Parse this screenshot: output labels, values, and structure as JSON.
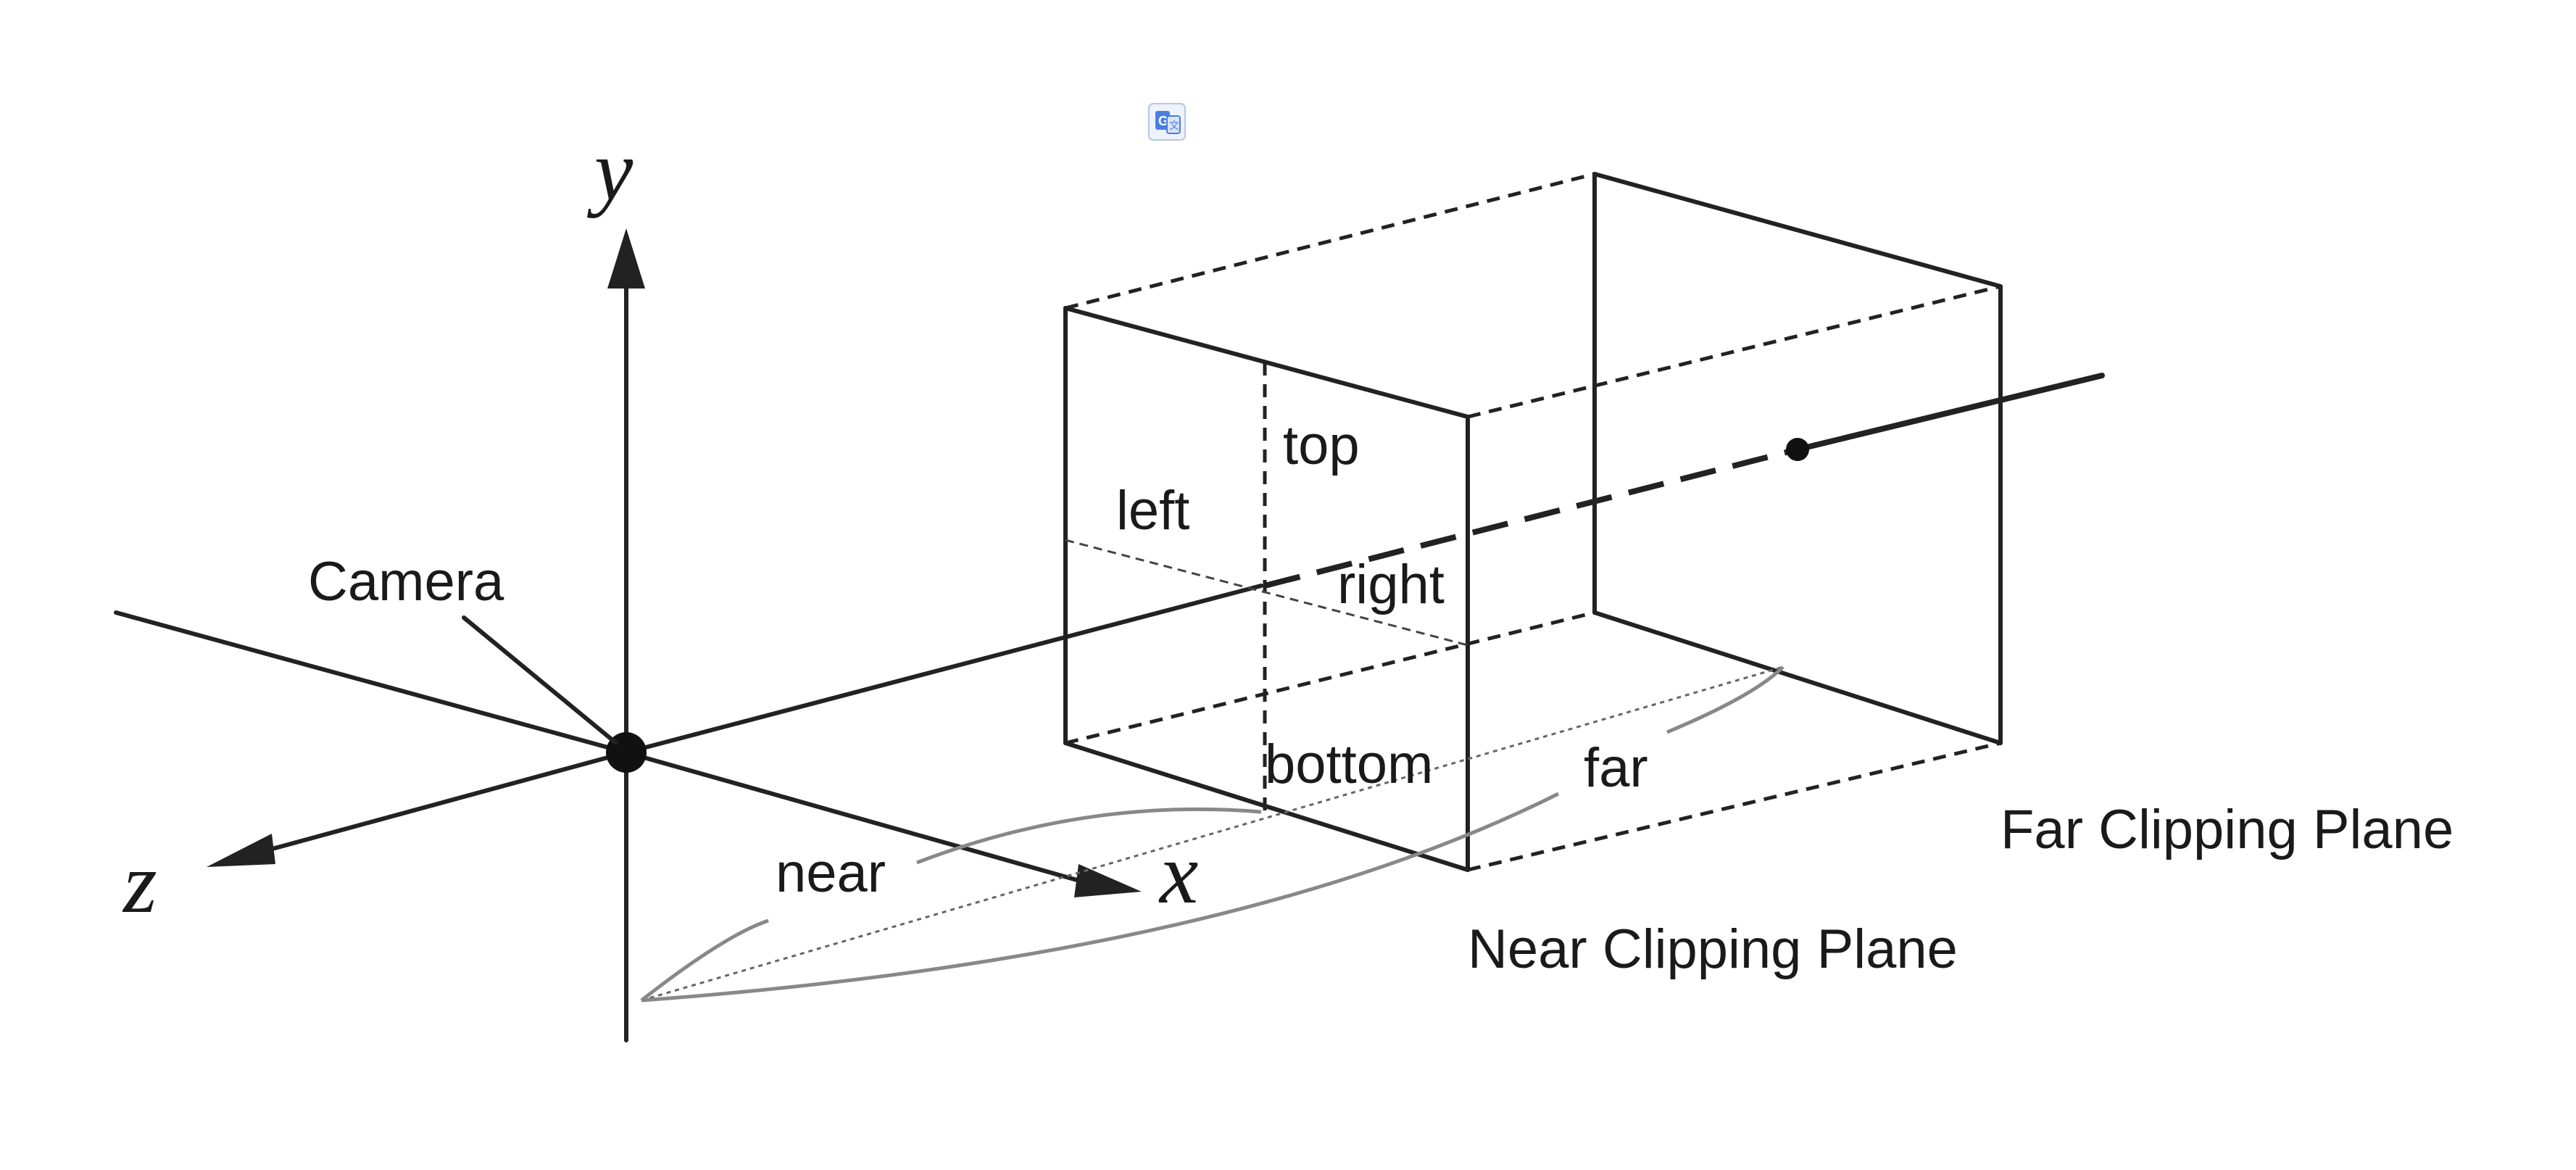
{
  "diagram": {
    "axes": {
      "y_label": "y",
      "z_label": "z",
      "x_label": "x"
    },
    "labels": {
      "camera": "Camera",
      "top": "top",
      "left": "left",
      "right": "right",
      "bottom": "bottom",
      "near": "near",
      "far": "far",
      "near_clipping_plane": "Near Clipping Plane",
      "far_clipping_plane": "Far Clipping Plane"
    },
    "icon": "translate-icon",
    "colors": {
      "line": "#222222",
      "arc": "#888888",
      "icon_blue": "#4a7fe0"
    }
  }
}
